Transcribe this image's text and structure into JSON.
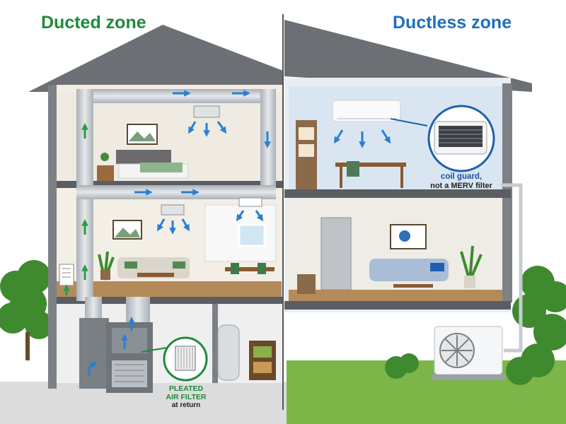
{
  "titles": {
    "ducted": "Ducted zone",
    "ductless": "Ductless zone"
  },
  "callouts": {
    "coil_guard_line1": "coil guard,",
    "coil_guard_line2": "not a MERV filter",
    "filter_line1": "PLEATED",
    "filter_line2": "AIR FILTER",
    "filter_line3": "at return"
  },
  "colors": {
    "ducted_accent": "#1f8a3b",
    "ductless_accent": "#1f6fbf",
    "airflow_arrow": "#2a7fd4",
    "return_arrow": "#2e9a46"
  }
}
